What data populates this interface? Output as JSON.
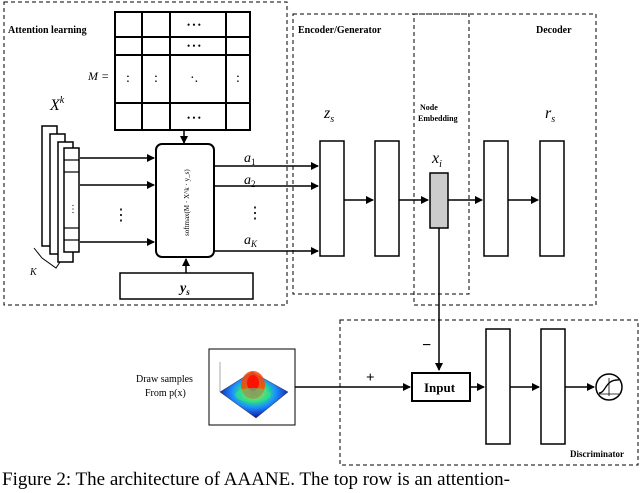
{
  "sections": {
    "attention": "Attention learning",
    "encoder": "Encoder/Generator",
    "decoder": "Decoder",
    "node_embedding_1": "Node",
    "node_embedding_2": "Embedding",
    "discriminator": "Discriminator"
  },
  "symbols": {
    "m_eq": "M =",
    "xk": "X",
    "xk_sup": "k",
    "k": "K",
    "a1": "a",
    "a1_sub": "1",
    "a2": "a",
    "a2_sub": "2",
    "aK": "a",
    "aK_sub": "K",
    "ys": "y",
    "ys_sub": "s",
    "zs": "z",
    "zs_sub": "s",
    "xi": "x",
    "xi_sub": "i",
    "rs": "r",
    "rs_sub": "s",
    "minus": "−",
    "plus": "+"
  },
  "matrix_dots": [
    "• • •",
    "• • •",
    ":",
    ":",
    "·.",
    ":",
    "• • •"
  ],
  "attention_box_text": "softmax(M · X^k · y_s)",
  "input_label": "Input",
  "draw_samples": [
    "Draw samples",
    "From p(x)"
  ],
  "caption": "Figure 2: The architecture of AAANE. The top row is an attention-"
}
